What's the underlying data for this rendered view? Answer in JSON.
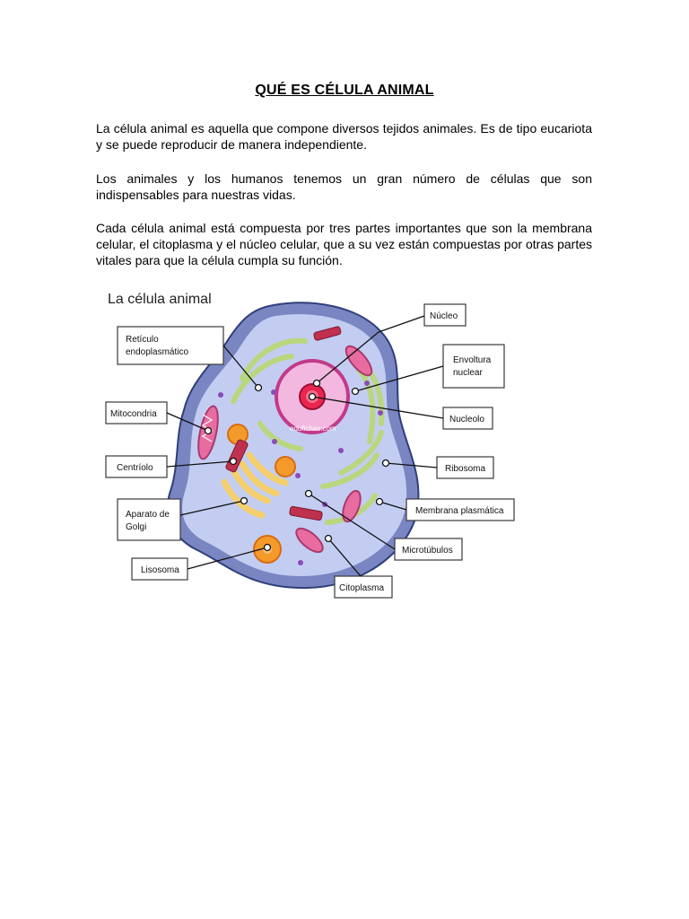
{
  "document": {
    "title": "QUÉ ES CÉLULA ANIMAL",
    "paragraphs": [
      "La célula animal es aquella que compone diversos tejidos animales. Es de tipo eucariota y se puede reproducir de manera independiente.",
      "Los animales y los humanos tenemos un gran número de células que son indispensables para nuestras vidas.",
      "Cada célula animal está compuesta por tres partes importantes que son la membrana celular, el citoplasma y el núcleo celular, que a su vez están compuestas por otras partes vitales para que la célula cumpla su función."
    ]
  },
  "figure": {
    "title": "La célula animal",
    "watermark": "edufichas.com",
    "labels": {
      "reticulo_1": "Retículo",
      "reticulo_2": "endoplasmático",
      "mitocondria": "Mitocondria",
      "centriolo": "Centríolo",
      "golgi_1": "Aparato de",
      "golgi_2": "Golgi",
      "lisosoma": "Lisosoma",
      "nucleo": "Núcleo",
      "envoltura_1": "Envoltura",
      "envoltura_2": "nuclear",
      "nucleolo": "Nucleolo",
      "ribosoma": "Ribosoma",
      "membrana": "Membrana plasmática",
      "microtubulos": "Microtúbulos",
      "citoplasma": "Citoplasma"
    },
    "colors": {
      "membrane": "#7a86c2",
      "cytoplasm": "#c3cdf2",
      "nucleus": "#f3b8e0",
      "nucleus_border": "#c23a8a",
      "nucleolus": "#e8264f",
      "er": "#b9d77d",
      "golgi": "#f5cf6b",
      "lysosome": "#f39a2b",
      "mitochondria": "#e86ca0",
      "centriole": "#c0304f",
      "ribosome": "#8a4bb8"
    }
  }
}
